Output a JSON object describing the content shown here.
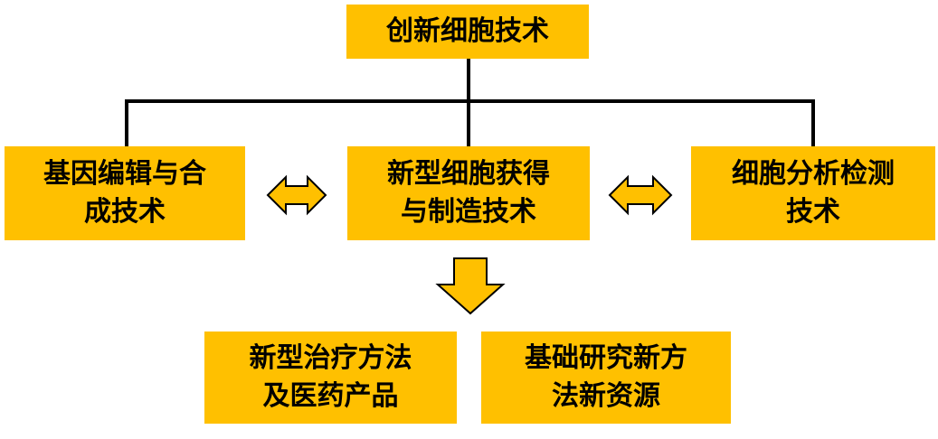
{
  "colors": {
    "box": "#FFC000",
    "line": "#000000"
  },
  "top": {
    "text": "创新细胞技术"
  },
  "middle": [
    {
      "line1": "基因编辑与合",
      "line2": "成技术"
    },
    {
      "line1": "新型细胞获得",
      "line2": "与制造技术"
    },
    {
      "line1": "细胞分析检测",
      "line2": "技术"
    }
  ],
  "bottom": [
    {
      "line1": "新型治疗方法",
      "line2": "及医药产品"
    },
    {
      "line1": "基础研究新方",
      "line2": "法新资源"
    }
  ]
}
